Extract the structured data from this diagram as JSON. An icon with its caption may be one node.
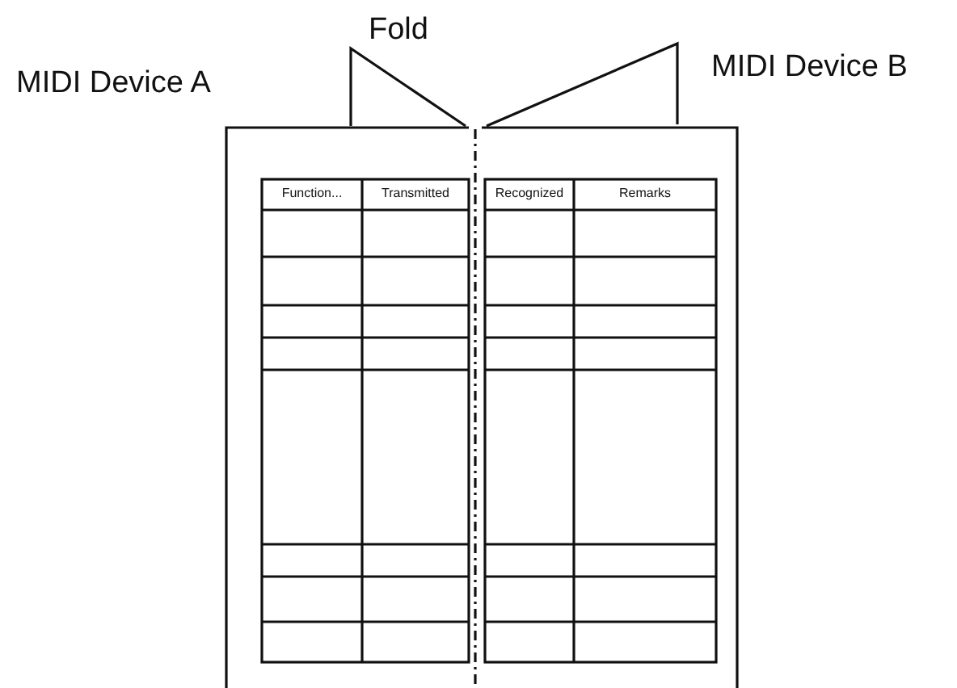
{
  "diagram": {
    "labels": [
      "MIDI Device A",
      "Fold",
      "MIDI Device B",
      "Function...",
      "Transmitted",
      "Recognized",
      "Remarks"
    ]
  }
}
